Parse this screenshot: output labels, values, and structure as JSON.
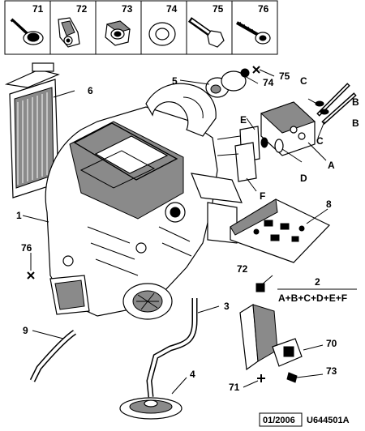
{
  "parts_strip": [
    {
      "ref": "71",
      "icon": "screw-with-washer-icon"
    },
    {
      "ref": "72",
      "icon": "clip-nut-icon"
    },
    {
      "ref": "73",
      "icon": "hex-nut-icon"
    },
    {
      "ref": "74",
      "icon": "washer-icon"
    },
    {
      "ref": "75",
      "icon": "hex-bolt-icon"
    },
    {
      "ref": "76",
      "icon": "self-tapping-screw-icon"
    }
  ],
  "callouts": {
    "c1": "1",
    "c2": "2",
    "c3": "3",
    "c4": "4",
    "c5": "5",
    "c6": "6",
    "c8": "8",
    "c9": "9",
    "c70": "70",
    "c71": "71",
    "c72": "72",
    "c73": "73",
    "c74": "74",
    "c75": "75",
    "c76": "76",
    "cA": "A",
    "cB1": "B",
    "cB2": "B",
    "cC1": "C",
    "cC2": "C",
    "cD": "D",
    "cE": "E",
    "cF": "F"
  },
  "formula": "A+B+C+D+E+F",
  "footer": {
    "date": "01/2006",
    "code": "U644501A"
  }
}
